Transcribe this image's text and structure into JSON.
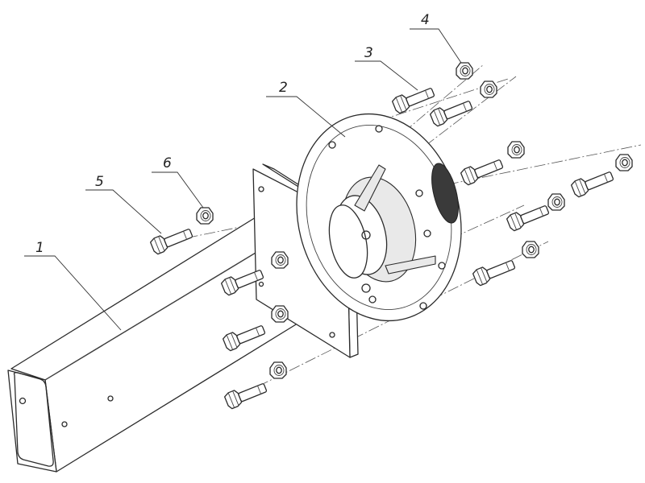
{
  "callouts": [
    {
      "id": "tube",
      "label": "1"
    },
    {
      "id": "hub",
      "label": "2"
    },
    {
      "id": "hub-bolt",
      "label": "3"
    },
    {
      "id": "hub-nut",
      "label": "4"
    },
    {
      "id": "plate-bolt",
      "label": "5"
    },
    {
      "id": "plate-nut",
      "label": "6"
    }
  ],
  "colors": {
    "line": "#2b2b2b",
    "background": "#ffffff",
    "shade": "#e9e9e9"
  }
}
